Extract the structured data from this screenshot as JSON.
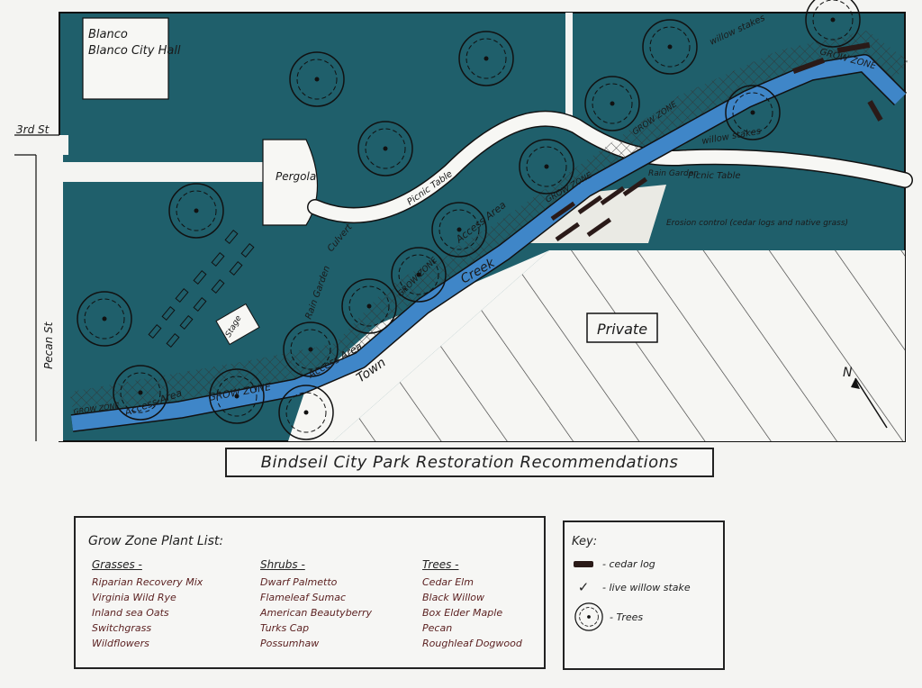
{
  "map": {
    "city_hall": "Blanco City Hall",
    "street_3rd": "3rd St",
    "street_pecan": "Pecan St",
    "pergola": "Pergola",
    "private": "Private",
    "creek_town": "Town",
    "creek_creek": "Creek",
    "stage": "Stage",
    "culvert": "Culvert",
    "rain_garden_left": "Rain Garden",
    "rain_garden_right": "Rain Garden",
    "access_area": "Access Area",
    "picnic_table": "Picnic Table",
    "willow_stakes": "willow stakes",
    "grow_zone": "GROW ZONE",
    "erosion_control": "Erosion control (cedar logs and native grass)",
    "north": "N"
  },
  "title": "Bindseil City Park Restoration Recommendations",
  "plant_list": {
    "title": "Grow Zone Plant List:",
    "columns": [
      {
        "heading": "Grasses -",
        "items": [
          "Riparian Recovery Mix",
          "Virginia Wild Rye",
          "Inland sea Oats",
          "Switchgrass",
          "Wildflowers"
        ]
      },
      {
        "heading": "Shrubs -",
        "items": [
          "Dwarf Palmetto",
          "Flameleaf Sumac",
          "American Beautyberry",
          "Turks Cap",
          "Possumhaw"
        ]
      },
      {
        "heading": "Trees -",
        "items": [
          "Cedar Elm",
          "Black Willow",
          "Box Elder Maple",
          "Pecan",
          "Roughleaf Dogwood"
        ]
      }
    ]
  },
  "key": {
    "title": "Key:",
    "cedar_log": "- cedar log",
    "willow_stake": "- live willow stake",
    "trees": "- Trees"
  },
  "colors": {
    "teal": "#1f5f6b",
    "creek": "#3f86c8",
    "paper": "#f4f4f2"
  }
}
